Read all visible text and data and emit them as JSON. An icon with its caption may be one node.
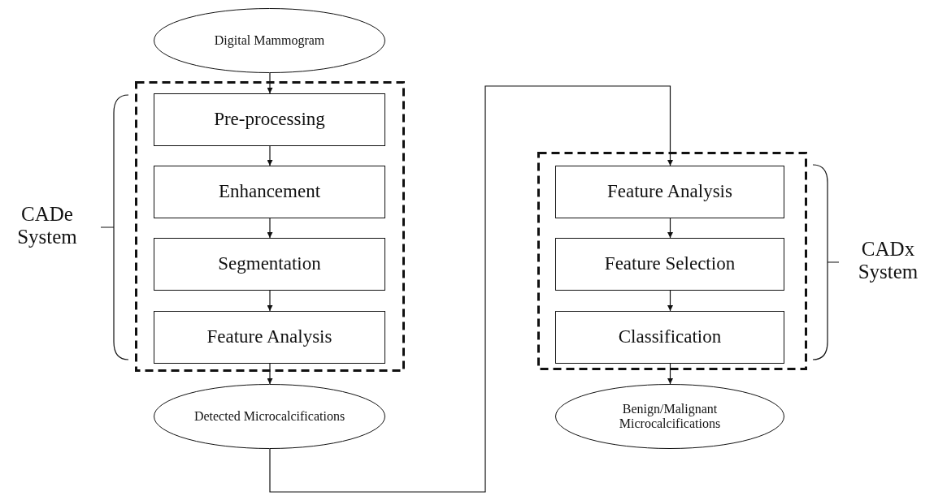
{
  "diagram": {
    "nodes": [
      {
        "text": [
          "Digital Mammogram"
        ]
      },
      {
        "text": [],
        "shape": "box"
      },
      {
        "text": [
          "Pre-processing"
        ],
        "in": 1
      },
      {
        "text": [
          "Enhancement"
        ],
        "in": 1
      },
      {
        "text": [
          "Segmentation"
        ],
        "in": 1
      },
      {
        "text": [
          "Feature Analysis"
        ],
        "in": 1
      },
      {
        "text": [
          "Detected Microcalcifications"
        ]
      },
      {
        "text": [],
        "shape": "box"
      },
      {
        "text": [
          "Feature Analysis"
        ],
        "in": 7
      },
      {
        "text": [
          "Feature Selection"
        ],
        "in": 7
      },
      {
        "text": [
          "Classification"
        ],
        "in": 7
      },
      {
        "text": [
          "Benign/Malignant Microcalcifications"
        ]
      }
    ],
    "edges": [
      {
        "from": 0,
        "to": 2,
        "arrow": "to"
      },
      {
        "from": 2,
        "to": 3,
        "arrow": "to"
      },
      {
        "from": 3,
        "to": 4,
        "arrow": "to"
      },
      {
        "from": 4,
        "to": 5,
        "arrow": "to"
      },
      {
        "from": 5,
        "to": 6,
        "arrow": "to"
      },
      {
        "from": 6,
        "to": 8,
        "arrow": "to"
      },
      {
        "from": 8,
        "to": 9,
        "arrow": "to"
      },
      {
        "from": 9,
        "to": 10,
        "arrow": "to"
      },
      {
        "from": 10,
        "to": 11,
        "arrow": "to"
      }
    ],
    "labels": [
      "CADe System",
      "CADx System"
    ]
  }
}
